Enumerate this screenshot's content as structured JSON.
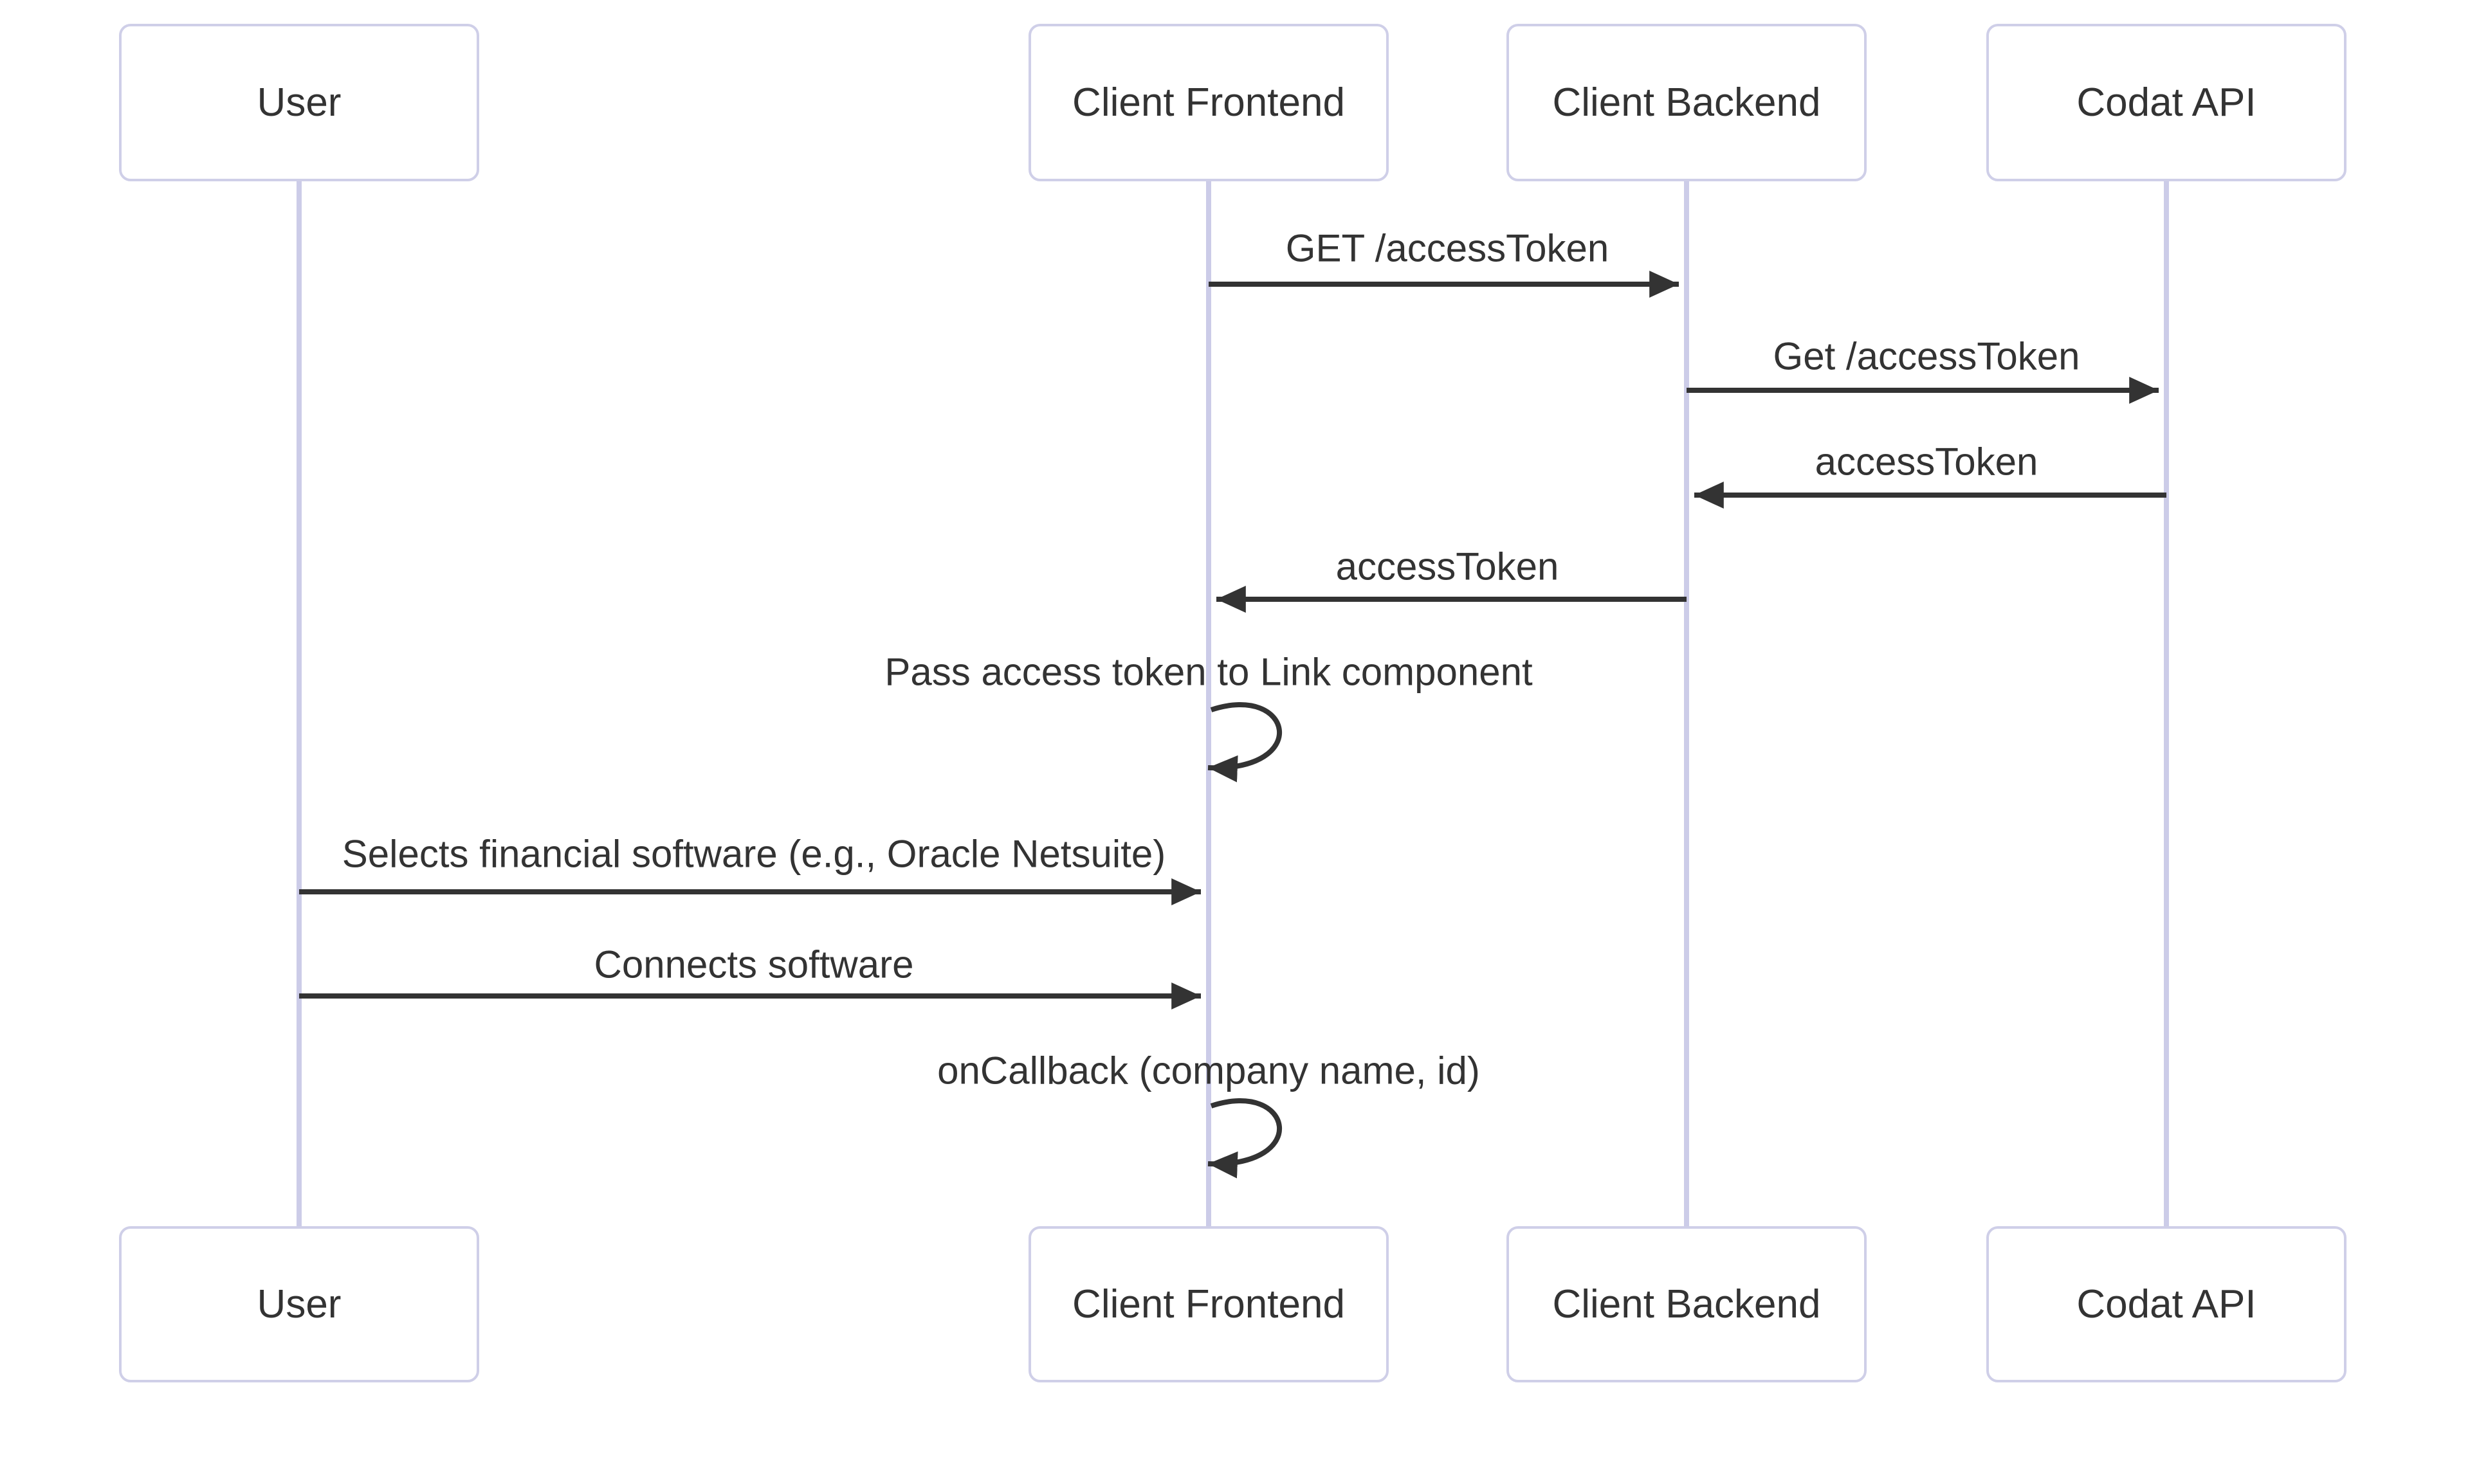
{
  "diagram": {
    "type": "sequence-diagram",
    "colors": {
      "background": "#ffffff",
      "actor_border": "#CFCFE8",
      "actor_fill": "#ffffff",
      "lifeline": "#CCCCE8",
      "message_line": "#333333",
      "text": "#333333"
    },
    "actors": [
      {
        "name": "User"
      },
      {
        "name": "Client Frontend"
      },
      {
        "name": "Client Backend"
      },
      {
        "name": "Codat API"
      }
    ],
    "messages": [
      {
        "from": "Client Frontend",
        "to": "Client Backend",
        "text": "GET /accessToken",
        "kind": "solid-arrow"
      },
      {
        "from": "Client Backend",
        "to": "Codat API",
        "text": "Get /accessToken",
        "kind": "solid-arrow"
      },
      {
        "from": "Codat API",
        "to": "Client Backend",
        "text": "accessToken",
        "kind": "solid-arrow"
      },
      {
        "from": "Client Backend",
        "to": "Client Frontend",
        "text": "accessToken",
        "kind": "solid-arrow"
      },
      {
        "from": "Client Frontend",
        "to": "Client Frontend",
        "text": "Pass access token to Link component",
        "kind": "self-loop"
      },
      {
        "from": "User",
        "to": "Client Frontend",
        "text": "Selects financial software (e.g., Oracle Netsuite)",
        "kind": "solid-arrow"
      },
      {
        "from": "User",
        "to": "Client Frontend",
        "text": "Connects software",
        "kind": "solid-arrow"
      },
      {
        "from": "Client Frontend",
        "to": "Client Frontend",
        "text": "onCallback (company name, id)",
        "kind": "self-loop"
      }
    ]
  }
}
